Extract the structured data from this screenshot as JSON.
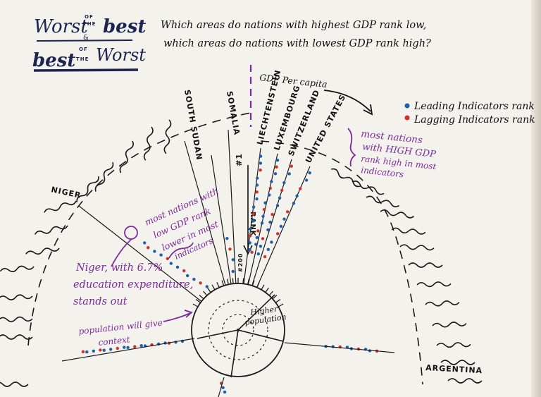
{
  "title": {
    "w1": "Worst",
    "s1": "OF",
    "s2": "THE",
    "b1": "best",
    "amp": "&",
    "b2": "best",
    "s3": "OF",
    "s4": "THE",
    "w2": "Worst"
  },
  "question": {
    "line1": "Which areas do nations with highest GDP rank low,",
    "line2": "which areas do nations with lowest GDP rank high?"
  },
  "gdp_label": "GDP Per capita",
  "legend": {
    "items": [
      {
        "label": "Leading Indicators rank",
        "color": "#1f5fa8"
      },
      {
        "label": "Lagging Indicators rank",
        "color": "#d1312b"
      }
    ]
  },
  "countries": {
    "niger": "NIGER",
    "south_sudan": "SOUTH SUDAN",
    "somalia": "SOMALIA",
    "liechtenstein": "LIECHTENSTEIN",
    "luxembourg": "LUXEMBOURG",
    "switzerland": "SWITZERLAND",
    "united_states": "UNITED STATES",
    "argentina": "ARGENTINA"
  },
  "rank_axis": {
    "top": "#1",
    "label": "RANK",
    "bottom": "#200"
  },
  "annotations": {
    "high_gdp": [
      "most nations",
      "with HIGH GDP",
      "rank high in most",
      "indicators"
    ],
    "low_gdp": [
      "most nations with",
      "low GDP rank",
      "lower in most",
      "indicators"
    ],
    "niger": [
      "Niger, with 6.7%",
      "education expenditure,",
      "stands out"
    ],
    "population": [
      "population will give",
      "context"
    ],
    "higher_population": [
      "Higher",
      "population"
    ]
  },
  "colors": {
    "ink": "#1a1a1a",
    "purple": "#7a2a9c",
    "blue": "#1f5fa8",
    "red": "#d1312b",
    "title_navy": "#1c2550"
  }
}
